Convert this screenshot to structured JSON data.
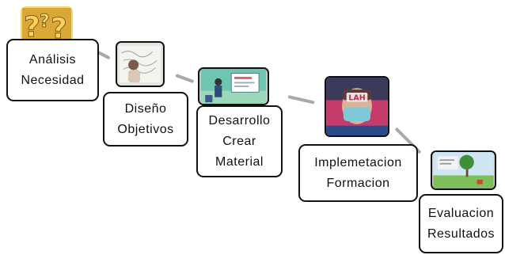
{
  "steps": [
    {
      "lines": [
        "Análisis",
        "Necesidad"
      ],
      "image": "question-marks-icon"
    },
    {
      "lines": [
        "Diseño",
        "Objetivos"
      ],
      "image": "person-planning-photo"
    },
    {
      "lines": [
        "Desarrollo",
        "Crear",
        "Material"
      ],
      "image": "presentation-illustration"
    },
    {
      "lines": [
        "Implemetacion",
        "Formacion"
      ],
      "image": "masked-person-photo"
    },
    {
      "lines": [
        "Evaluacion",
        "Resultados"
      ],
      "image": "tree-landscape-photo"
    }
  ],
  "images": {
    "masked_person_text": "LAH"
  },
  "colors": {
    "box_border": "#111111",
    "connector": "#a9a9a9"
  }
}
